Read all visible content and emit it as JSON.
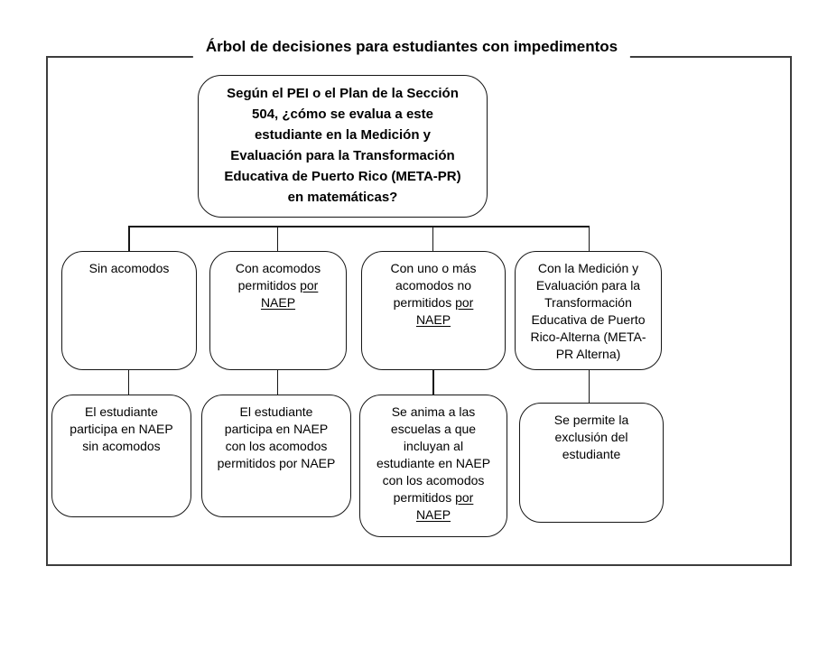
{
  "title": "Árbol de decisiones para estudiantes con impedimentos",
  "colors": {
    "background": "#ffffff",
    "line": "#161616",
    "text": "#000000"
  },
  "question": {
    "segments": [
      {
        "t": "Según el PEI o el Plan de la Sección\n504, ¿cómo se evalua a este\nestudiante en la Medición y\nEvaluación para la Transformación\nEducativa de Puerto Rico (META-PR)\nen matemáticas?",
        "u": false
      }
    ]
  },
  "options": {
    "sin_acomodos": {
      "segments": [
        {
          "t": "Sin acomodos",
          "u": false
        }
      ]
    },
    "acomodos_permitidos": {
      "segments": [
        {
          "t": "Con acomodos\npermitidos ",
          "u": false
        },
        {
          "t": "por\nNAEP",
          "u": true
        }
      ]
    },
    "acomodos_no_permitidos": {
      "segments": [
        {
          "t": "Con uno o más\nacomodos no\npermitidos ",
          "u": false
        },
        {
          "t": "por\nNAEP",
          "u": true
        }
      ]
    },
    "meta_pr_alterna": {
      "segments": [
        {
          "t": "Con la Medición y\nEvaluación para la\nTransformación\nEducativa de Puerto\nRico-Alterna (META-\nPR Alterna)",
          "u": false
        }
      ]
    }
  },
  "results": {
    "participa_sin_acomodos": {
      "segments": [
        {
          "t": "El estudiante\nparticipa en NAEP\nsin acomodos",
          "u": false
        }
      ]
    },
    "participa_con_acomodos": {
      "segments": [
        {
          "t": "El estudiante\nparticipa en NAEP\ncon los acomodos\npermitidos por NAEP",
          "u": false
        }
      ]
    },
    "se_anima_escuelas": {
      "segments": [
        {
          "t": "Se anima a las\nescuelas a que\nincluyan al\nestudiante en NAEP\ncon los acomodos\npermitidos ",
          "u": false
        },
        {
          "t": "por\nNAEP",
          "u": true
        }
      ]
    },
    "exclusion": {
      "segments": [
        {
          "t": "Se permite la\nexclusión del\nestudiante",
          "u": false
        }
      ]
    }
  }
}
